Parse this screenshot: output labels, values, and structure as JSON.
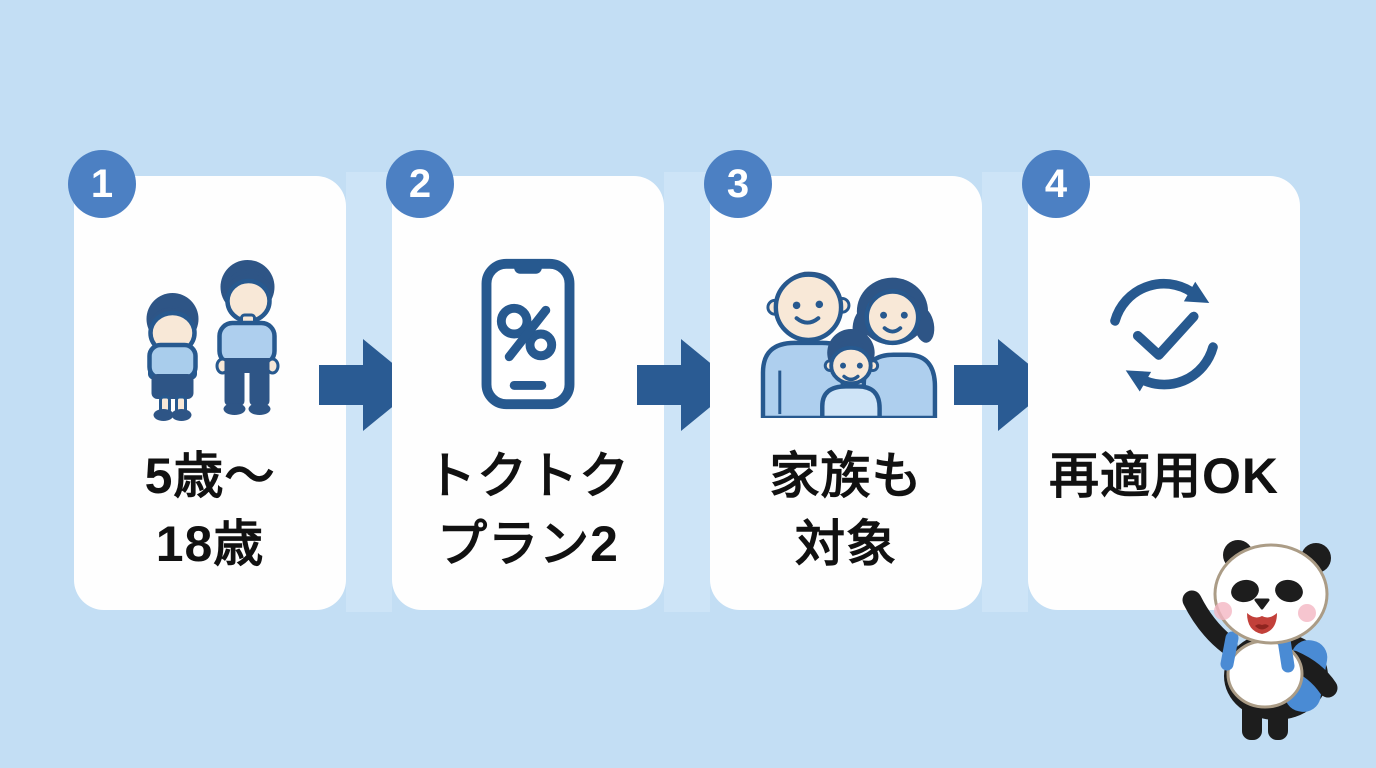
{
  "steps": [
    {
      "number": "1",
      "label_line1": "5歳〜",
      "label_line2": "18歳",
      "icon": "child-and-adult-icon"
    },
    {
      "number": "2",
      "label_line1": "トクトク",
      "label_line2": "プラン2",
      "icon": "smartphone-percent-icon"
    },
    {
      "number": "3",
      "label_line1": "家族も",
      "label_line2": "対象",
      "icon": "family-icon"
    },
    {
      "number": "4",
      "label_line1": "再適用OK",
      "label_line2": "",
      "icon": "refresh-checkmark-icon"
    }
  ],
  "icons": {
    "arrow": "right-arrow-icon",
    "mascot": "panda-mascot"
  },
  "colors": {
    "background": "#c3def4",
    "gap_band": "#cde4f7",
    "card": "#fefefe",
    "badge_blue": "#4c80c3",
    "arrow_blue": "#2a5b93",
    "icon_navy": "#27598f",
    "hair_navy": "#2e5586",
    "shirt_lightblue": "#aecfee",
    "child_shirt_lightblue": "#cfe4f7",
    "skin": "#f8e8d7",
    "text": "#111111",
    "backpack_blue": "#4a8bd4",
    "panda_black": "#1d1d1d",
    "panda_outline_tan": "#ab9c86",
    "blush_pink": "#f4b7c3",
    "mouth_red": "#c2403a"
  }
}
